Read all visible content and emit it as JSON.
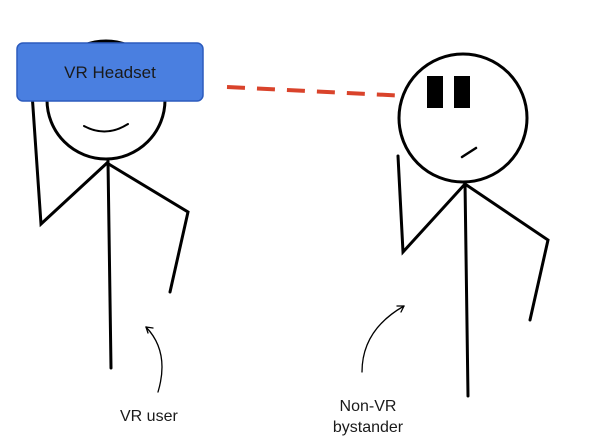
{
  "headset": {
    "label": "VR Headset",
    "color": "#4a7fe0"
  },
  "captions": {
    "vr_user": "VR user",
    "bystander_line1": "Non-VR",
    "bystander_line2": "bystander"
  },
  "colors": {
    "stroke": "#000000",
    "gaze_line": "#d9432b"
  }
}
